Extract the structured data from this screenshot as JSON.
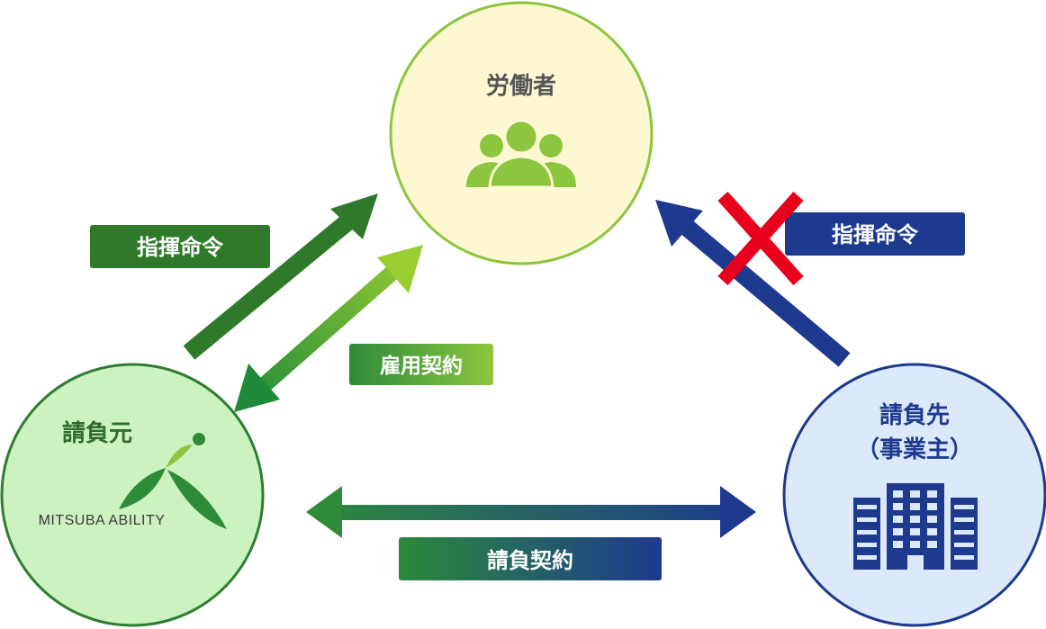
{
  "nodes": {
    "worker": {
      "label": "労働者",
      "icon": "people-group-icon"
    },
    "contractor": {
      "label": "請負元",
      "logo_text": "MITSUBA ABILITY"
    },
    "client": {
      "label_line1": "請負先",
      "label_line2": "（事業主）",
      "icon": "office-building-icon"
    }
  },
  "edges": {
    "command_valid": {
      "label": "指揮命令"
    },
    "employment_contract": {
      "label": "雇用契約"
    },
    "command_invalid": {
      "label": "指揮命令",
      "marker": "cross-mark-icon"
    },
    "subcontract": {
      "label": "請負契約"
    }
  },
  "colors": {
    "worker_fill": "#fdf7d2",
    "worker_stroke": "#8cc63f",
    "contractor_fill": "#ccf2c0",
    "contractor_stroke": "#2e7d32",
    "client_fill": "#dbe9fb",
    "client_stroke": "#1b3a8c",
    "dark_green": "#2e7a2a",
    "light_green": "#8cc63f",
    "navy": "#1d3a8f",
    "cross_red": "#e8001c"
  }
}
